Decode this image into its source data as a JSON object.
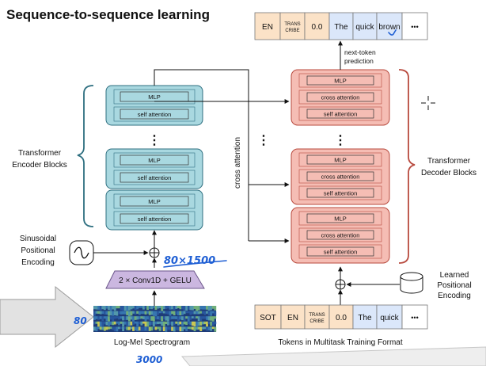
{
  "title": "Sequence-to-sequence learning",
  "output_tokens": [
    "EN",
    "TRANS-CRIBE",
    "0.0",
    "The",
    "quick",
    "brown",
    "•••"
  ],
  "next_token_prediction": [
    "next-token",
    "prediction"
  ],
  "encoder": {
    "label_lines": [
      "Transformer",
      "Encoder Blocks"
    ],
    "mlp": "MLP",
    "self_attention": "self attention",
    "ellipsis": "⋮"
  },
  "decoder": {
    "label_lines": [
      "Transformer",
      "Decoder Blocks"
    ],
    "mlp": "MLP",
    "cross_attention": "cross attention",
    "self_attention": "self attention",
    "ellipsis": "⋮"
  },
  "cross_attention_label": "cross attention",
  "middle_ellipsis": "⋮",
  "sinusoidal_lines": [
    "Sinusoidal",
    "Positional",
    "Encoding"
  ],
  "conv": "2 × Conv1D + GELU",
  "spectrogram_label": "Log-Mel Spectrogram",
  "learned_lines": [
    "Learned",
    "Positional",
    "Encoding"
  ],
  "input_tokens": [
    "SOT",
    "EN",
    "TRANS-CRIBE",
    "0.0",
    "The",
    "quick",
    "•••"
  ],
  "input_caption": "Tokens in Multitask Training Format",
  "annotations": {
    "dim": "80×1500",
    "left": "80",
    "bottom": "3000"
  },
  "colors": {
    "encoder_fill": "#a9d8e0",
    "encoder_stroke": "#2e6f80",
    "decoder_fill": "#f5bdb4",
    "decoder_stroke": "#b84a3e",
    "conv_fill": "#cbb7e0",
    "token_lang": "#fbe2c7",
    "token_text": "#dbe7fa",
    "handwriting": "#1f5fd4"
  }
}
